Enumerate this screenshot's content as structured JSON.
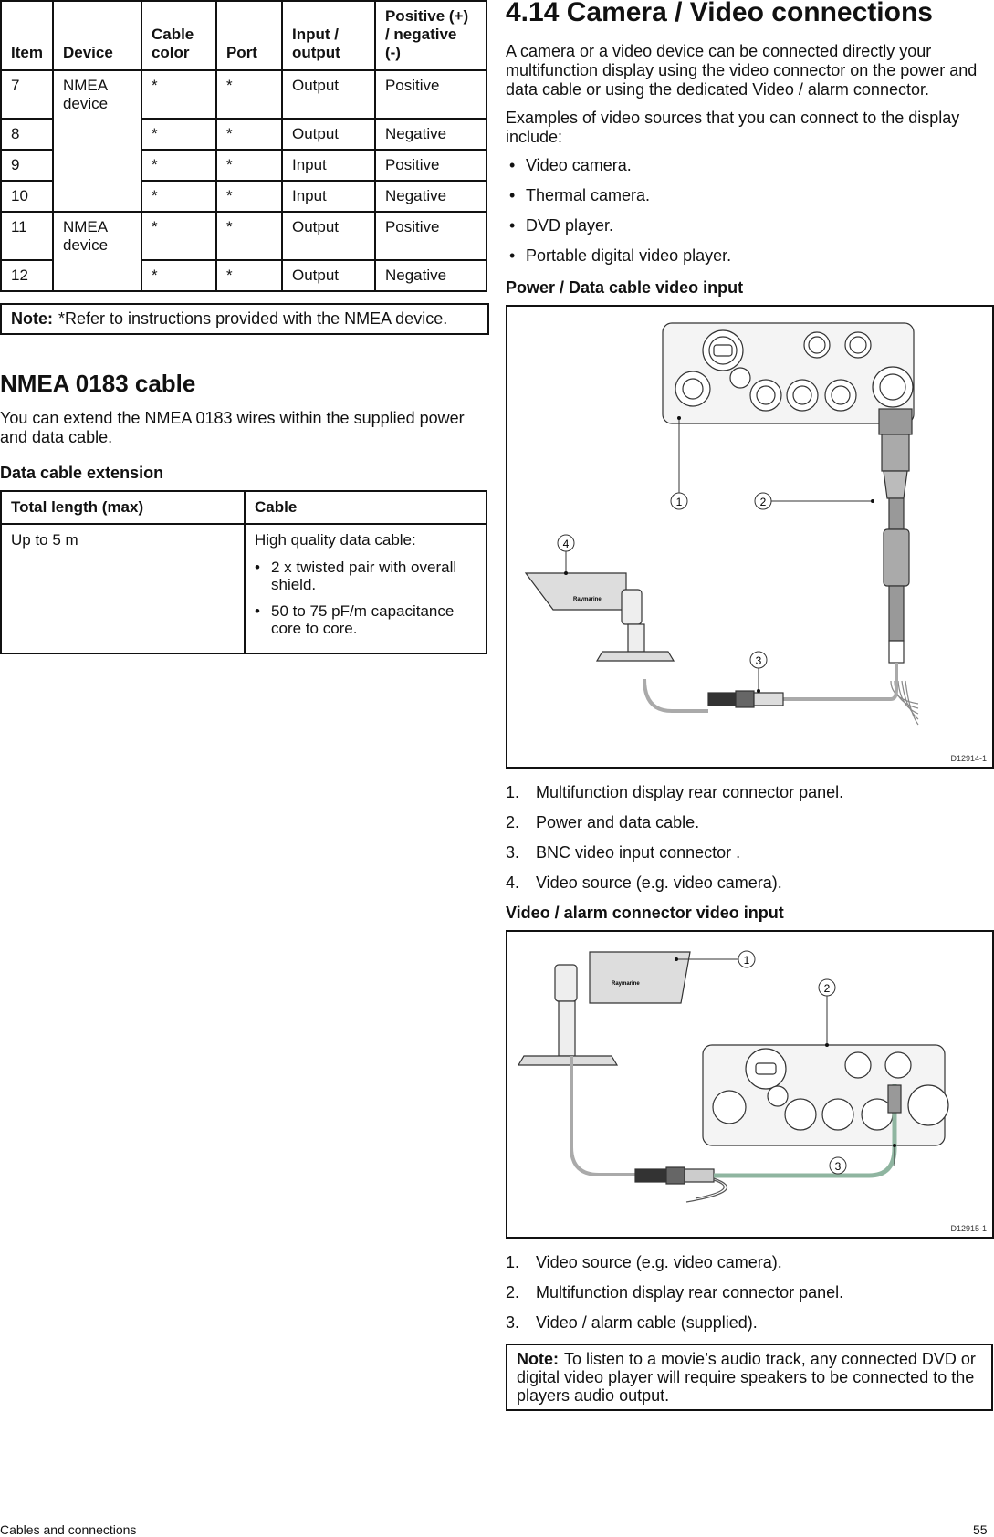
{
  "io_table": {
    "headers": [
      "Item",
      "Device",
      "Cable color",
      "Port",
      "Input / output",
      "Positive (+) / negative (-)"
    ],
    "rows": [
      {
        "item": "7",
        "device": "NMEA device",
        "color": "*",
        "port": "*",
        "io": "Output",
        "pn": "Positive"
      },
      {
        "item": "8",
        "device": "",
        "color": "*",
        "port": "*",
        "io": "Output",
        "pn": "Negative"
      },
      {
        "item": "9",
        "device": "",
        "color": "*",
        "port": "*",
        "io": "Input",
        "pn": "Positive"
      },
      {
        "item": "10",
        "device": "",
        "color": "*",
        "port": "*",
        "io": "Input",
        "pn": "Negative"
      },
      {
        "item": "11",
        "device": "NMEA device",
        "color": "*",
        "port": "*",
        "io": "Output",
        "pn": "Positive"
      },
      {
        "item": "12",
        "device": "",
        "color": "*",
        "port": "*",
        "io": "Output",
        "pn": "Negative"
      }
    ]
  },
  "note1": {
    "label": "Note:",
    "text": "*Refer to instructions provided with the NMEA device."
  },
  "nmea": {
    "title": "NMEA 0183 cable",
    "body": "You can extend the NMEA 0183 wires within the supplied power and data cable.",
    "ext_title": "Data cable extension",
    "ext_headers": [
      "Total length (max)",
      "Cable"
    ],
    "ext_length": "Up to 5 m",
    "ext_cable": "High quality data cable:",
    "ext_items": [
      "2 x twisted pair with overall shield.",
      "50 to 75 pF/m capacitance core to core."
    ]
  },
  "camera": {
    "title": "4.14 Camera / Video connections",
    "p1": "A camera or a video device can be connected directly your multifunction display using the video connector on the power and data cable or using the dedicated Video / alarm connector.",
    "p2": "Examples of video sources that you can connect to the display include:",
    "sources": [
      "Video camera.",
      "Thermal camera.",
      "DVD player.",
      "Portable digital video player."
    ]
  },
  "fig1": {
    "title": "Power / Data cable video input",
    "code": "D12914-1",
    "brand": "Raymarine",
    "callouts": [
      "1",
      "2",
      "3",
      "4"
    ],
    "items": [
      {
        "n": "1.",
        "text": "Multifunction display rear connector panel."
      },
      {
        "n": "2.",
        "text": "Power and data cable."
      },
      {
        "n": "3.",
        "text": "BNC video input connector ."
      },
      {
        "n": "4.",
        "text": "Video source (e.g.  video camera)."
      }
    ]
  },
  "fig2": {
    "title": "Video / alarm connector video input",
    "code": "D12915-1",
    "brand": "Raymarine",
    "callouts": [
      "1",
      "2",
      "3"
    ],
    "items": [
      {
        "n": "1.",
        "text": "Video source (e.g.  video camera)."
      },
      {
        "n": "2.",
        "text": "Multifunction display rear connector panel."
      },
      {
        "n": "3.",
        "text": "Video / alarm cable (supplied)."
      }
    ]
  },
  "note2": {
    "label": "Note:",
    "text": "To listen to a movie’s audio track, any connected DVD or digital video player will require speakers to be connected to the players audio output."
  },
  "footer": {
    "left": "Cables and connections",
    "right": "55"
  }
}
